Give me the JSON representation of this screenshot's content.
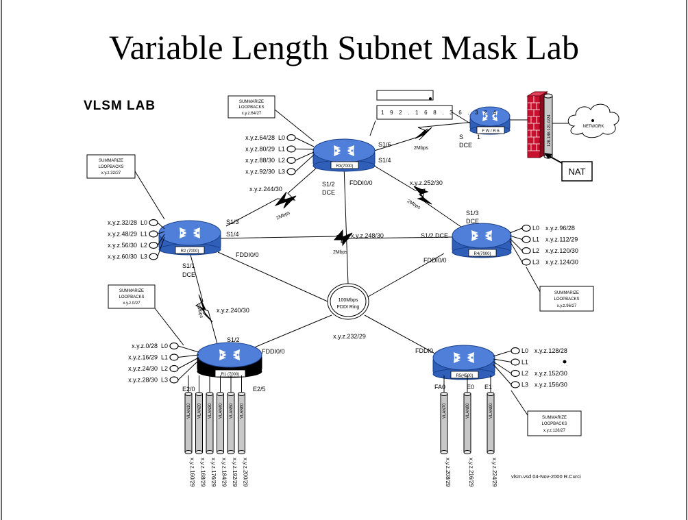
{
  "title": "Variable Length Subnet Mask Lab",
  "lab_title": "VLSM LAB",
  "footer": "vlsm.vsd   04-Nov-2000   R.Curci",
  "colors": {
    "router": "#4f7fd8",
    "firewall": "#c8102e",
    "router_black": "#000000"
  },
  "routers": {
    "r1": "R1 (7000)",
    "r2": "R2 (7000)",
    "r3": "R3(7000)",
    "r4": "R4(7000)",
    "r5": "R5(4500)",
    "r6": "F W / R 6"
  },
  "summaries": {
    "r3": {
      "line1": "SUMMARIZE",
      "line2": "LOOPBACKS",
      "line3": "x.y.z.64/27"
    },
    "r2": {
      "line1": "SUMMARIZE",
      "line2": "LOOPBACKS",
      "line3": "x.y.z.32/27"
    },
    "r1": {
      "line1": "SUMMARIZE",
      "line2": "LOOPBACKS",
      "line3": "x.y.z.0/27"
    },
    "r4": {
      "line1": "SUMMARIZE",
      "line2": "LOOPBACKS",
      "line3": "x.y.z.96/27"
    },
    "r5": {
      "line1": "SUMMARIZE",
      "line2": "LOOPBACKS",
      "line3": "x.y.z.128/27"
    }
  },
  "loopbacks": {
    "r3": [
      {
        "addr": "x.y.z.64/28",
        "name": "L0"
      },
      {
        "addr": "x.y.z.80/29",
        "name": "L1"
      },
      {
        "addr": "x.y.z.88/30",
        "name": "L2"
      },
      {
        "addr": "x.y.z.92/30",
        "name": "L3"
      }
    ],
    "r2": [
      {
        "addr": "x.y.z.32/28",
        "name": "L0"
      },
      {
        "addr": "x.y.z.48/29",
        "name": "L1"
      },
      {
        "addr": "x.y.z.56/30",
        "name": "L2"
      },
      {
        "addr": "x.y.z.60/30",
        "name": "L3"
      }
    ],
    "r1": [
      {
        "addr": "x.y.z.0/28",
        "name": "L0"
      },
      {
        "addr": "x.y.z.16/29",
        "name": "L1"
      },
      {
        "addr": "x.y.z.24/30",
        "name": "L2"
      },
      {
        "addr": "x.y.z.28/30",
        "name": "L3"
      }
    ],
    "r4": [
      {
        "addr": "x.y.z.96/28",
        "name": "L0"
      },
      {
        "addr": "x.y.z.112/29",
        "name": "L1"
      },
      {
        "addr": "x.y.z.120/30",
        "name": "L2"
      },
      {
        "addr": "x.y.z.124/30",
        "name": "L3"
      }
    ],
    "r5": [
      {
        "addr": "x.y.z.128/28",
        "name": "L0"
      },
      {
        "addr": "",
        "name": "L1"
      },
      {
        "addr": "x.y.z.152/30",
        "name": "L2"
      },
      {
        "addr": "x.y.z.156/30",
        "name": "L3"
      }
    ]
  },
  "interfaces": {
    "r3_s16": "S1/6",
    "r3_s14": "S1/4",
    "r3_s12": "S1/2",
    "r3_s12_dce": "DCE",
    "r3_fddi": "FDDI0/0",
    "r6_s": "S",
    "r6_s_num": "1",
    "r6_dce": "DCE",
    "r2_s13": "S1/3",
    "r2_s14": "S1/4",
    "r2_s11": "S1/1",
    "r2_s11_dce": "DCE",
    "r2_fddi": "FDDI0/0",
    "r4_s13": "S1/3",
    "r4_s13_dce": "DCE",
    "r4_s12": "S1/2 DCE",
    "r4_fddi": "FDDI0/0",
    "r1_s12": "S1/2",
    "r1_fddi": "FDDI0/0",
    "r1_e20": "E2/0",
    "r1_e25": "E2/5",
    "r5_fddi": "FDDI0",
    "r5_fa0": "FA0",
    "r5_e0": "E0",
    "r5_e1": "E1"
  },
  "links": {
    "r3_r6_speed": "2Mbps",
    "r3_r6_net": "1 9 2 . 1 6 8 . 3 6 . 3 2 4",
    "r3_r2_net": "x.y.z.244/30",
    "r3_r2_speed": "2Mbps",
    "r3_r4_net": "x.y.z.252/30",
    "r3_r4_speed": "2Mbps",
    "r2_r4_net": "x.y.z.248/30",
    "r2_r4_speed": "2Mbps",
    "r2_r1_net": "x.y.z.240/30",
    "r2_r1_speed": "2Mbps",
    "fddi_ring_line1": "100Mbps",
    "fddi_ring_line2": "FDDI Ring",
    "fddi_net": "x.y.z.232/29"
  },
  "internet": {
    "outside_net": "128.186.121.0/24",
    "cloud": "NETWORK",
    "nat": "NAT"
  },
  "vlans": {
    "r1": [
      {
        "name": "VLAN10",
        "net": "x.y.z.160/29"
      },
      {
        "name": "VLAN20",
        "net": "x.y.z.168/29"
      },
      {
        "name": "VLAN30",
        "net": "x.y.z.176/29"
      },
      {
        "name": "VLAN40",
        "net": "x.y.z.184/29"
      },
      {
        "name": "VLAN50",
        "net": "x.y.z.192/29"
      },
      {
        "name": "VLAN60",
        "net": "x.y.z.200/29"
      }
    ],
    "r5": [
      {
        "name": "VLAN70",
        "net": "x.y.z.208/29"
      },
      {
        "name": "VLAN80",
        "net": "x.y.z.216/29"
      },
      {
        "name": "VLAN90",
        "net": "x.y.z.224/29"
      }
    ]
  }
}
